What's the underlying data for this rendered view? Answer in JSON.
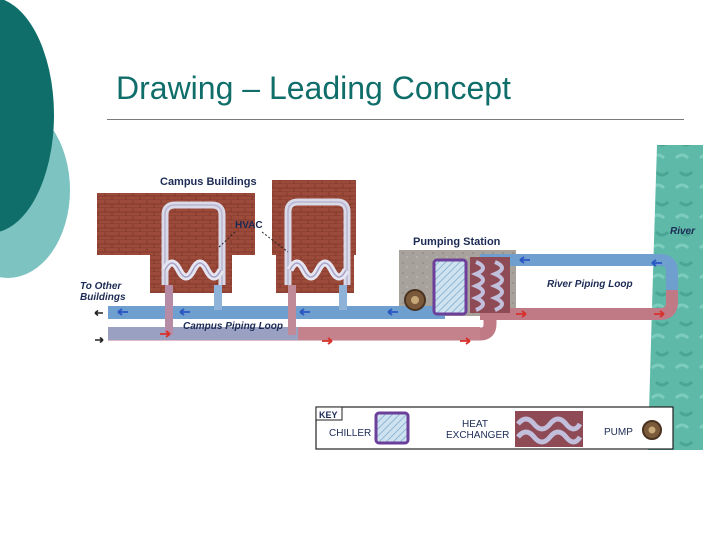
{
  "slide": {
    "title": "Drawing – Leading Concept"
  },
  "diagram": {
    "campus_buildings_label": "Campus Buildings",
    "hvac_label": "HVAC",
    "pumping_station_label": "Pumping Station",
    "river_label": "River",
    "river_loop_label": "River Piping Loop",
    "campus_loop_label": "Campus Piping Loop",
    "other_buildings_line1": "To Other",
    "other_buildings_line2": "Buildings",
    "key": {
      "title": "KEY",
      "chiller": "CHILLER",
      "heat_exchanger_line1": "HEAT",
      "heat_exchanger_line2": "EXCHANGER",
      "pump": "PUMP"
    }
  },
  "colors": {
    "teal_dark": "#0f6e6a",
    "teal_light": "#7dc3c1",
    "brick": "#9c4a3a",
    "cold_pipe": "#6f9fce",
    "warm_pipe": "#c07a86",
    "river": "#5fb9a8",
    "arrow_blue": "#2a56c4",
    "arrow_red": "#d8312b"
  }
}
